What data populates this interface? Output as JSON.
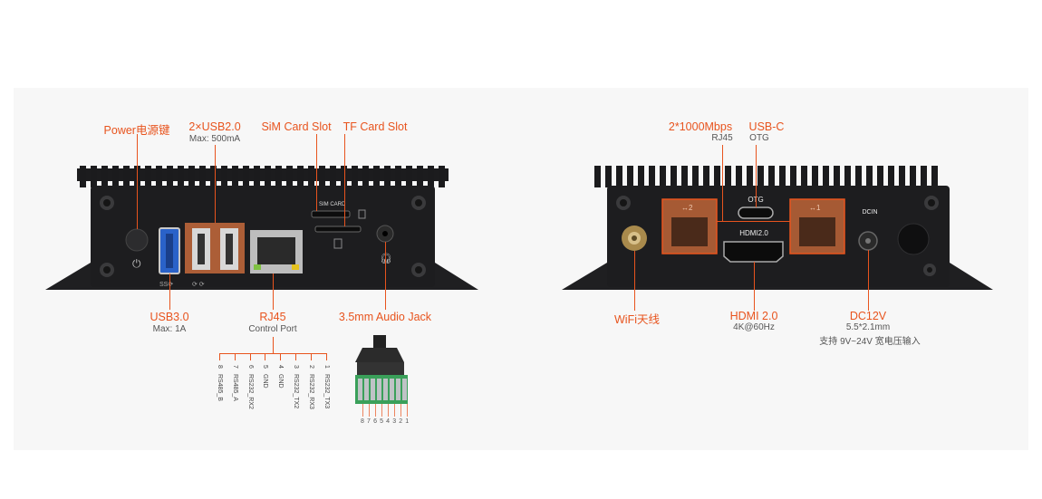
{
  "labels": {
    "power": "Power电源键",
    "usb2": "2×USB2.0",
    "usb2_sub": "Max: 500mA",
    "sim": "SiM Card Slot",
    "tf": "TF Card Slot",
    "usb3": "USB3.0",
    "usb3_sub": "Max: 1A",
    "rj45": "RJ45",
    "rj45_sub": "Control Port",
    "audio": "3.5mm Audio Jack",
    "lan": "2*1000Mbps",
    "lan_sub": "RJ45",
    "usbc": "USB-C",
    "usbc_sub": "OTG",
    "wifi": "WiFi天线",
    "hdmi": "HDMI 2.0",
    "hdmi_sub": "4K@60Hz",
    "dc": "DC12V",
    "dc_sub1": "5.5*2.1mm",
    "dc_sub2": "支持 9V~24V 宽电压输入"
  },
  "device_print": {
    "sim_card": "SIM CARD",
    "otg": "OTG",
    "hdmi": "HDMI2.0",
    "dcin": "DCIN",
    "lan1": "↔1",
    "lan2": "↔2"
  },
  "pinout": [
    {
      "num": "8",
      "name": "RS485_B"
    },
    {
      "num": "7",
      "name": "RS485_A"
    },
    {
      "num": "6",
      "name": "RS232_RX2"
    },
    {
      "num": "5",
      "name": "GND"
    },
    {
      "num": "4",
      "name": "GND"
    },
    {
      "num": "3",
      "name": "RS232_TX2"
    },
    {
      "num": "2",
      "name": "RS232_RX3"
    },
    {
      "num": "1",
      "name": "RS232_TX3"
    }
  ],
  "terminal_numbers": "8 7 6 5 4 3 2 1",
  "colors": {
    "accent": "#e8541e",
    "chassis": "#1d1d1f",
    "usb2_port": "#c56a3c",
    "usb3_port": "#2a62c9",
    "terminal": "#3aa05a"
  }
}
